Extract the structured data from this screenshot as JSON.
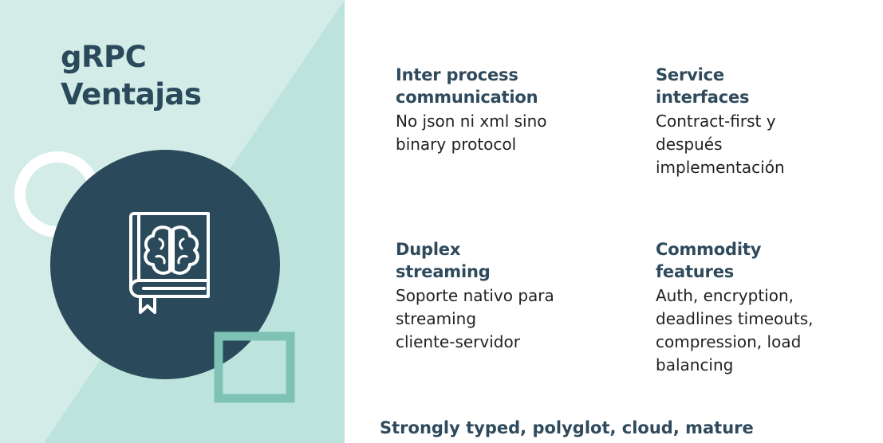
{
  "slide": {
    "title_lines": [
      "gRPC",
      "Ventajas"
    ],
    "features": [
      {
        "heading_lines": [
          "Inter process",
          "communication"
        ],
        "description_lines": [
          "No json ni xml sino",
          "binary protocol"
        ]
      },
      {
        "heading_lines": [
          "Service",
          "interfaces"
        ],
        "description_lines": [
          "Contract-first y",
          "después",
          "implementación"
        ]
      },
      {
        "heading_lines": [
          "Duplex",
          "streaming"
        ],
        "description_lines": [
          "Soporte nativo para",
          "streaming",
          "cliente-servidor"
        ]
      },
      {
        "heading_lines": [
          "Commodity",
          "features"
        ],
        "description_lines": [
          "Auth, encryption,",
          "deadlines timeouts,",
          "compression, load",
          "balancing"
        ]
      }
    ],
    "footer": "Strongly typed, polyglot, cloud, mature"
  },
  "icons": {
    "illustration": "book-brain-icon",
    "ring": "decorative-ring",
    "square": "decorative-square-outline"
  },
  "colors": {
    "dark_teal": "#2a4a5b",
    "light_mint": "#cfeae6",
    "mint_stripe": "#b8e2da",
    "accent_teal": "#7ec2b6",
    "white": "#ffffff",
    "text_dark": "#222222"
  }
}
